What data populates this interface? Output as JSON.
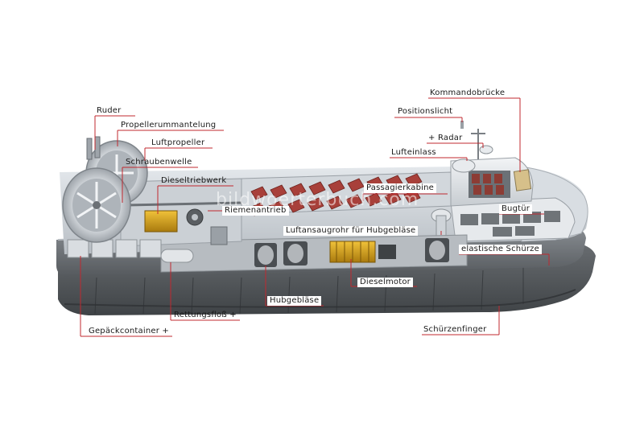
{
  "watermark": "bildwoerterbuch.com",
  "colors": {
    "leader": "#c0282f",
    "hull": "#5f6367",
    "skirt": "#4d5155",
    "deck": "#c9ced3",
    "cabin_seats": "#b0413a",
    "engine": "#d9a21a"
  },
  "labels": {
    "ruder": "Ruder",
    "propellerummantelung": "Propellerummantelung",
    "luftpropeller": "Luftpropeller",
    "schraubenwelle": "Schraubenwelle",
    "dieseltriebwerk": "Dieseltriebwerk",
    "riemenantrieb": "Riemenantrieb",
    "passagierkabine": "Passagierkabine",
    "luftansaugrohr": "Luftansaugrohr für Hubgebläse",
    "kommandobruecke": "Kommandobrücke",
    "positionslicht": "Positionslicht",
    "radar": "+ Radar",
    "lufteinlass": "Lufteinlass",
    "bugtuer": "Bugtür",
    "elastische_schuerze": "elastische Schürze",
    "dieselmotor": "Dieselmotor",
    "hubgeblaese": "Hubgebläse",
    "rettungsfloss": "Rettungsfloß +",
    "gepaeckcontainer": "Gepäckcontainer +",
    "schuerzenfinger": "Schürzenfinger"
  }
}
